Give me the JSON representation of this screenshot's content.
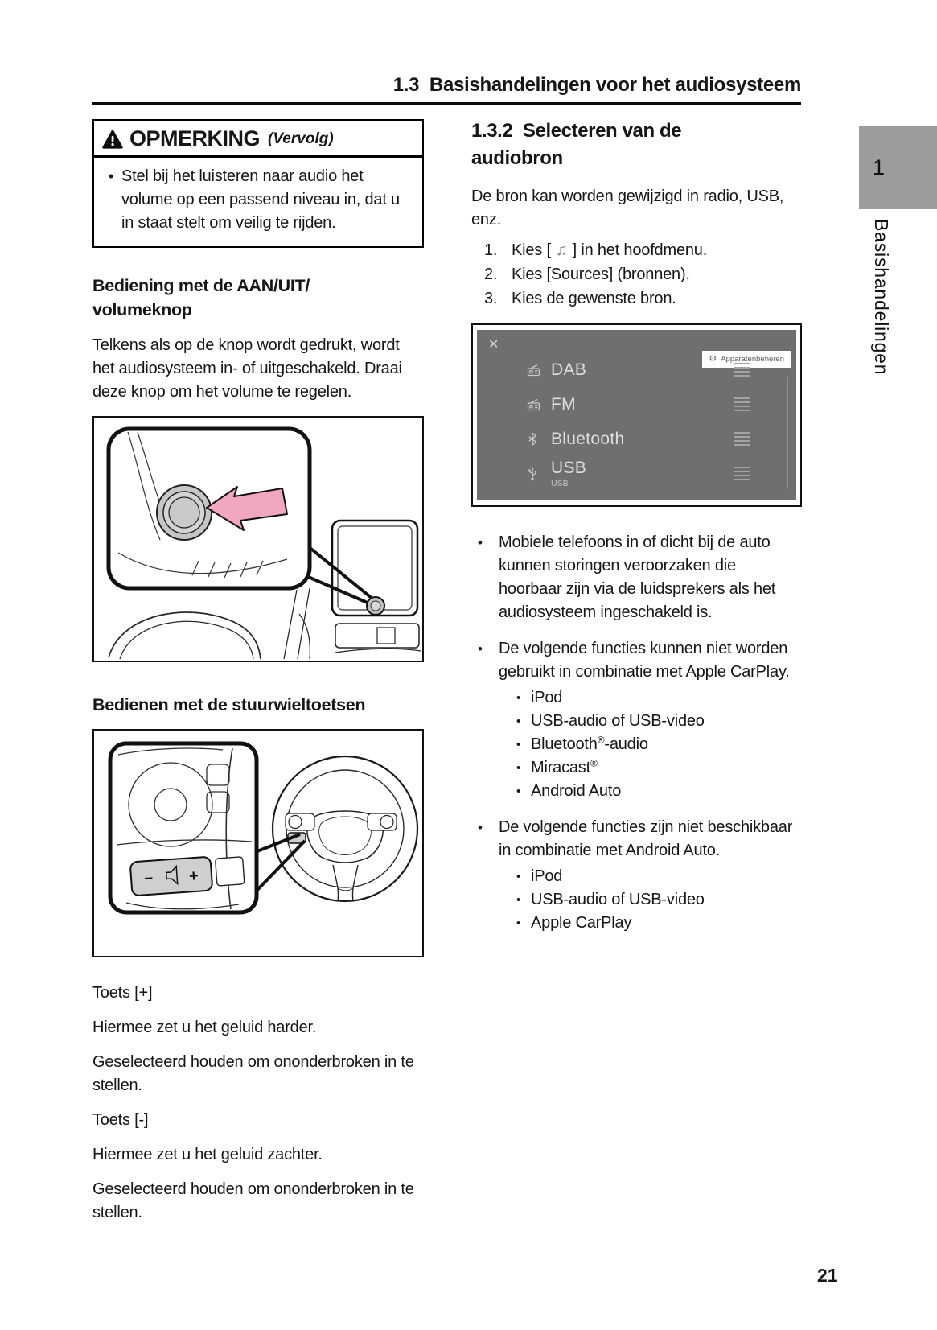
{
  "page": {
    "header": "1.3  Basishandelingen voor het audiosysteem",
    "page_number": "21",
    "side_tab": {
      "chapter_number": "1",
      "chapter_label": "Basishandelingen"
    }
  },
  "note_box": {
    "title": "OPMERKING",
    "continuation": "(Vervolg)",
    "bullet": "Stel bij het luisteren naar audio het volume op een passend niveau in, dat u in staat stelt om veilig te rijden."
  },
  "left_column": {
    "heading_power_line1": "Bediening met de AAN/UIT/",
    "heading_power_line2": "volumeknop",
    "para_power": "Telkens als op de knop wordt gedrukt, wordt het audiosysteem in- of uitgeschakeld. Draai deze knop om het volume te regelen.",
    "heading_steering": "Bedienen met de stuurwieltoetsen",
    "figure_steering": {
      "minus_label": "−",
      "plus_label": "+"
    },
    "toets_plus": "Toets [+]",
    "toets_plus_desc": "Hiermee zet u het geluid harder.",
    "toets_plus_hold": "Geselecteerd houden om ononderbroken in te stellen.",
    "toets_minus": "Toets [-]",
    "toets_minus_desc": "Hiermee zet u het geluid zachter.",
    "toets_minus_hold": "Geselecteerd houden om ononderbroken in te stellen."
  },
  "right_column": {
    "section_title": "1.3.2  Selecteren van de\naudiobron",
    "intro": "De bron kan worden gewijzigd in radio, USB, enz.",
    "steps": [
      {
        "number": "1.",
        "pre": "Kies [",
        "icon": "♫",
        "post": "] in het hoofdmenu."
      },
      {
        "number": "2.",
        "text": "Kies [Sources] (bronnen)."
      },
      {
        "number": "3.",
        "text": "Kies de gewenste bron."
      }
    ],
    "screenshot": {
      "close": "✕",
      "manage_button": {
        "icon": "⚙",
        "label": "Apparatenbeheren"
      },
      "sources": [
        {
          "label": "DAB"
        },
        {
          "label": "FM"
        },
        {
          "label": "Bluetooth"
        },
        {
          "label": "USB",
          "sublabel": "USB"
        }
      ]
    },
    "bullet_phone": "Mobiele telefoons in of dicht bij de auto kunnen storingen veroorzaken die hoorbaar zijn via de luidsprekers als het audiosysteem ingeschakeld is.",
    "bullet_carplay": {
      "text": "De volgende functies kunnen niet worden gebruikt in combinatie met Apple CarPlay.",
      "subs": [
        {
          "pre": "iPod",
          "sup": "",
          "post": ""
        },
        {
          "pre": "USB-audio of USB-video",
          "sup": "",
          "post": ""
        },
        {
          "pre": "Bluetooth",
          "sup": "®",
          "post": "-audio"
        },
        {
          "pre": "Miracast",
          "sup": "®",
          "post": ""
        },
        {
          "pre": "Android Auto",
          "sup": "",
          "post": ""
        }
      ]
    },
    "bullet_android": {
      "text": "De volgende functies zijn niet beschikbaar in combinatie met Android Auto.",
      "subs": [
        {
          "pre": "iPod",
          "sup": "",
          "post": ""
        },
        {
          "pre": "USB-audio of USB-video",
          "sup": "",
          "post": ""
        },
        {
          "pre": "Apple CarPlay",
          "sup": "",
          "post": ""
        }
      ]
    }
  }
}
